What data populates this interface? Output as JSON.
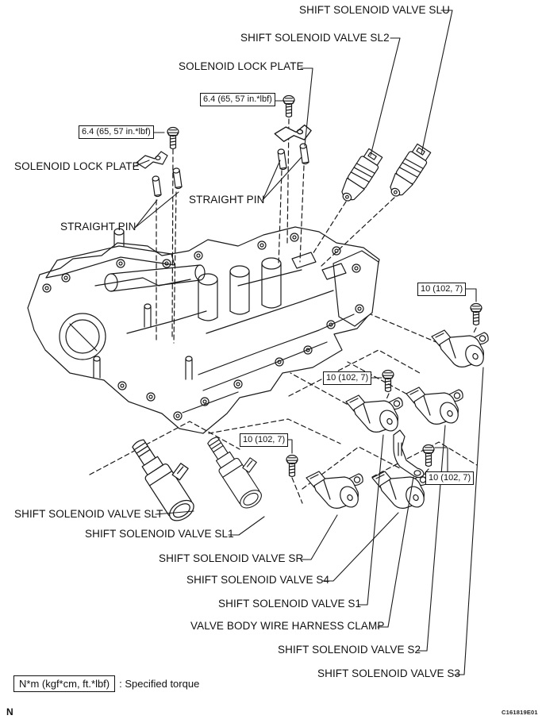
{
  "figure": {
    "part_labels": {
      "slu": "SHIFT SOLENOID VALVE SLU",
      "sl2": "SHIFT SOLENOID VALVE SL2",
      "lock_plate_top": "SOLENOID LOCK PLATE",
      "lock_plate_left": "SOLENOID LOCK PLATE",
      "straight_pin_mid": "STRAIGHT PIN",
      "straight_pin_left": "STRAIGHT PIN",
      "slt": "SHIFT SOLENOID VALVE SLT",
      "sl1": "SHIFT SOLENOID VALVE SL1",
      "sr": "SHIFT SOLENOID VALVE SR",
      "s4": "SHIFT SOLENOID VALVE S4",
      "s1": "SHIFT SOLENOID VALVE S1",
      "harness_clamp": "VALVE BODY WIRE HARNESS CLAMP",
      "s2": "SHIFT SOLENOID VALVE S2",
      "s3": "SHIFT SOLENOID VALVE S3"
    },
    "torque_specs": {
      "lock_plate_bolt": "6.4 (65, 57 in.*lbf)",
      "solenoid_bolt": "10 (102, 7)"
    },
    "legend": {
      "unit_box": "N*m (kgf*cm, ft.*lbf)",
      "description": ": Specified torque"
    },
    "page_marker": "N",
    "figure_code": "C161819E01",
    "colors": {
      "line": "#1a1a1a",
      "background": "#ffffff"
    }
  }
}
